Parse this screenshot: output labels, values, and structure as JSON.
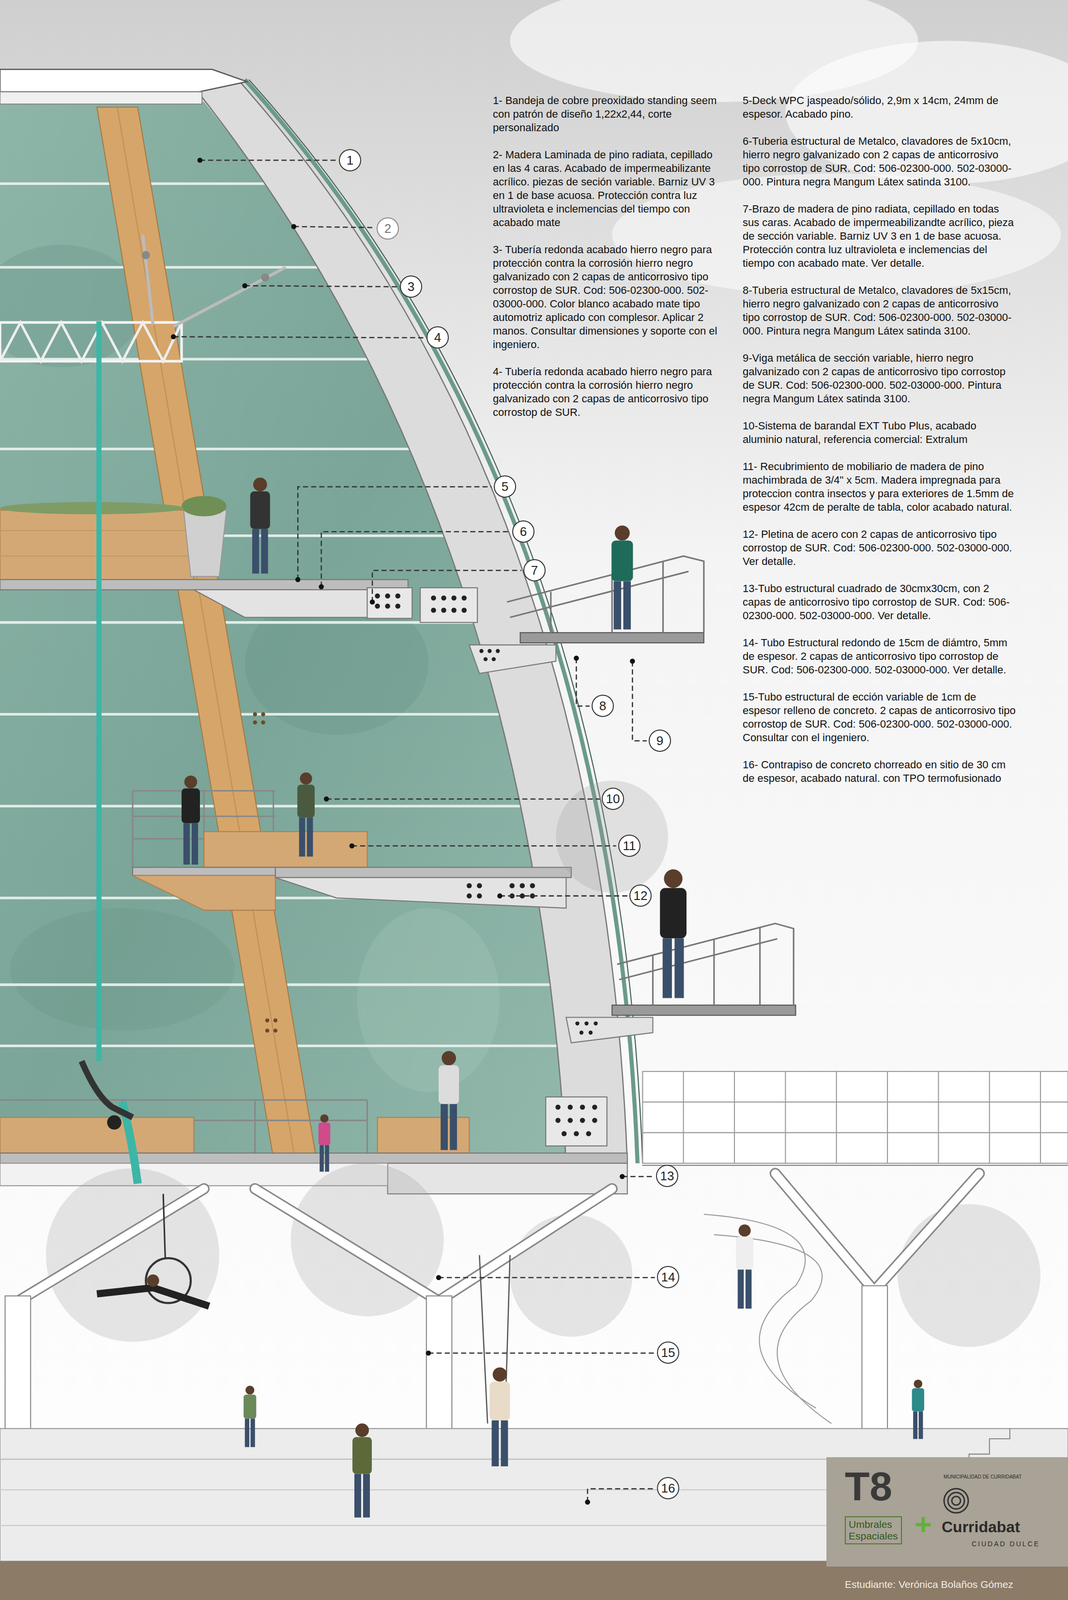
{
  "diagram": {
    "nodes": [
      {
        "text": [
          "1"
        ]
      },
      {
        "text": [
          "2"
        ]
      },
      {
        "text": [
          "3"
        ]
      },
      {
        "text": [
          "4"
        ]
      },
      {
        "text": [
          "5"
        ]
      },
      {
        "text": [
          "6"
        ]
      },
      {
        "text": [
          "7"
        ]
      },
      {
        "text": [
          "8"
        ]
      },
      {
        "text": [
          "9"
        ]
      },
      {
        "text": [
          "10"
        ]
      },
      {
        "text": [
          "11"
        ]
      },
      {
        "text": [
          "12"
        ]
      },
      {
        "text": [
          "13"
        ]
      },
      {
        "text": [
          "14"
        ]
      },
      {
        "text": [
          "15"
        ]
      },
      {
        "text": [
          "16"
        ]
      },
      {
        "text": [
          "T8",
          "+",
          "MUNICIPALIDAD DE CURRIDABAT",
          "Curridabat",
          "CIUDAD DULCE"
        ]
      },
      {
        "text": [
          "Umbrales Espaciales"
        ],
        "in": 16
      }
    ],
    "labels": [
      "1- Bandeja de cobre preoxidado standing seem con patrón de diseño 1,22x2,44, corte personalizado",
      "2- Madera Laminada de pino radiata, cepillado en las 4 caras. Acabado de impermeabilizante acrílico. piezas de seción variable. Barniz UV 3 en 1 de base acuosa. Protección contra luz ultravioleta e inclemencias del tiempo con acabado mate",
      "3- Tubería redonda acabado hierro negro para protección contra la corrosión hierro negro galvanizado con 2 capas de anticorrosivo tipo corrostop de SUR. Cod: 506-02300-000. 502-03000-000. Color blanco acabado mate tipo automotriz aplicado con complesor. Aplicar 2 manos. Consultar dimensiones y soporte con el ingeniero.",
      "4- Tubería redonda acabado hierro negro para protección contra la corrosión hierro negro galvanizado con 2 capas de anticorrosivo tipo corrostop de SUR.",
      "5-Deck WPC jaspeado/sólido, 2,9m x 14cm, 24mm de espesor. Acabado pino.",
      "6-Tuberia estructural de Metalco, clavadores de 5x10cm, hierro negro galvanizado con 2 capas de anticorrosivo tipo corrostop de SUR. Cod: 506-02300-000. 502-03000-000. Pintura negra Mangum Látex satinda 3100.",
      "7-Brazo de madera de pino radiata, cepillado en todas sus caras. Acabado de impermeabilizandte acrílico, pieza de sección variable. Barniz UV 3 en 1 de base acuosa. Protección contra luz ultravioleta e inclemencias del tiempo con acabado mate. Ver detalle.",
      "8-Tuberia estructural de Metalco, clavadores de 5x15cm, hierro negro galvanizado con 2 capas de anticorrosivo tipo corrostop de SUR. Cod: 506-02300-000. 502-03000-000. Pintura negra Mangum Látex satinda 3100.",
      "9-Viga metálica de sección variable, hierro negro galvanizado con 2 capas de anticorrosivo tipo corrostop de SUR. Cod: 506-02300-000. 502-03000-000. Pintura negra Mangum Látex satinda 3100.",
      "10-Sistema de barandal EXT Tubo Plus, acabado aluminio natural, referencia comercial: Extralum",
      "11- Recubrimiento de mobiliario de madera de pino machimbrada de 3/4\" x 5cm. Madera impregnada para proteccion contra insectos y para exteriores de 1.5mm de espesor 42cm de peralte de tabla, color acabado natural.",
      "12- Pletina de acero con 2 capas de anticorrosivo tipo corrostop de SUR. Cod: 506-02300-000. 502-03000-000. Ver detalle.",
      "13-Tubo estructural cuadrado de 30cmx30cm, con 2 capas de anticorrosivo tipo corrostop de SUR. Cod: 506-02300-000. 502-03000-000. Ver detalle.",
      "14- Tubo Estructural redondo de 15cm de diámtro, 5mm de espesor. 2 capas de anticorrosivo tipo corrostop de SUR. Cod: 506-02300-000. 502-03000-000. Ver detalle.",
      "15-Tubo estructural de ección variable de 1cm de espesor relleno de concreto. 2 capas de anticorrosivo tipo corrostop de SUR. Cod: 506-02300-000. 502-03000-000. Consultar con el ingeniero.",
      "16- Contrapiso de concreto chorreado en sitio de 30 cm de espesor, acabado natural. con TPO termofusionado",
      "Estudiante: Verónica Bolaños Gómez"
    ]
  }
}
